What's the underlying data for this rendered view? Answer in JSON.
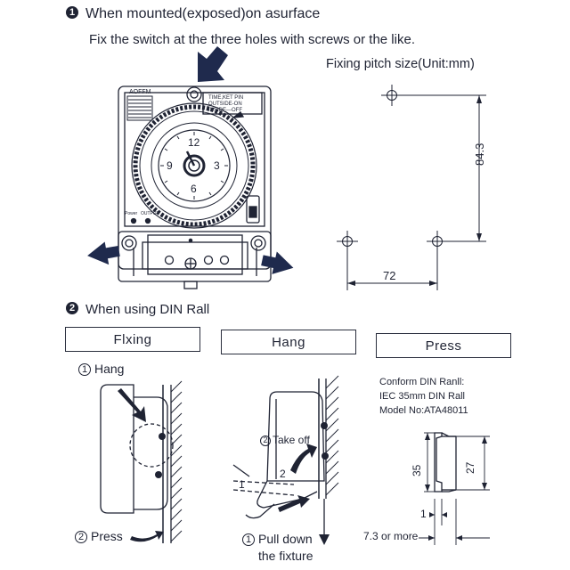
{
  "section1": {
    "number": "1",
    "title": "When mounted(exposed)on asurface",
    "subtitle": "Fix the switch at the three holes with screws or the like.",
    "pitch_title": "Fixing pitch size(Unit:mm)",
    "dim_vertical": "84.3",
    "dim_horizontal": "72"
  },
  "device_labels": {
    "brand": "AOFFM",
    "mode_line1": "TIME,KET PIN",
    "mode_line2": "OUTSIDE-ON",
    "mode_line3": "INSIDE---OFF",
    "power": "Power",
    "output": "OUTPUT",
    "dial_top": "12",
    "dial_left": "9",
    "dial_right": "3",
    "dial_bottom": "6"
  },
  "section2": {
    "number": "2",
    "title": "When using DIN Rall",
    "tabs": [
      "Flxing",
      "Hang",
      "Press"
    ],
    "fixing": {
      "step1_num": "1",
      "step1": "Hang",
      "step2_num": "2",
      "step2": "Press"
    },
    "hang": {
      "step2_num": "2",
      "step2": "Take off",
      "step1_num": "1",
      "step1_line1": "Pull down",
      "step1_line2": "the fixture",
      "label_2": "2",
      "label_1": "1"
    },
    "press": {
      "note_line1": "Conform DIN Ranll:",
      "note_line2": "IEC 35mm DIN Rall",
      "note_line3": "Model No:ATA48011",
      "dim_35": "35",
      "dim_27": "27",
      "dim_1": "1",
      "dim_73": "7.3 or more"
    }
  },
  "colors": {
    "ink": "#1f2333",
    "arrow": "#1f2a4d"
  }
}
